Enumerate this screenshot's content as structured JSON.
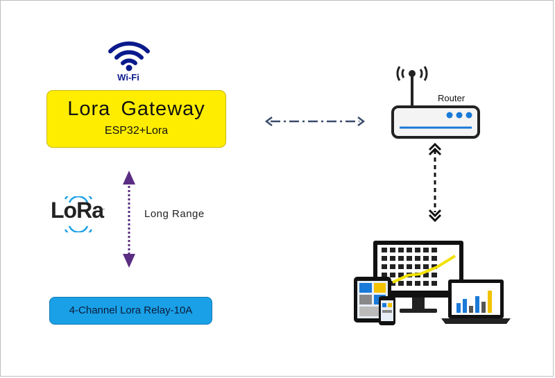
{
  "wifi": {
    "label": "Wi-Fi",
    "icon": "wifi-icon",
    "color": "#0a1a8c"
  },
  "gateway": {
    "title": "Lora Gateway",
    "subtitle": "ESP32+Lora",
    "color": "#ffed00"
  },
  "router": {
    "label": "Router",
    "icon": "router-icon"
  },
  "lora_logo": {
    "text": "LoRa",
    "trademark": "™",
    "icon": "lora-signal-icon"
  },
  "link": {
    "label": "Long Range",
    "color": "#5b2d82"
  },
  "relay": {
    "label": "4-Channel Lora Relay-10A",
    "color": "#1aa0e6"
  },
  "devices": {
    "icon": "multi-device-dashboard-icon"
  },
  "connector_color": "#3a4a6b"
}
